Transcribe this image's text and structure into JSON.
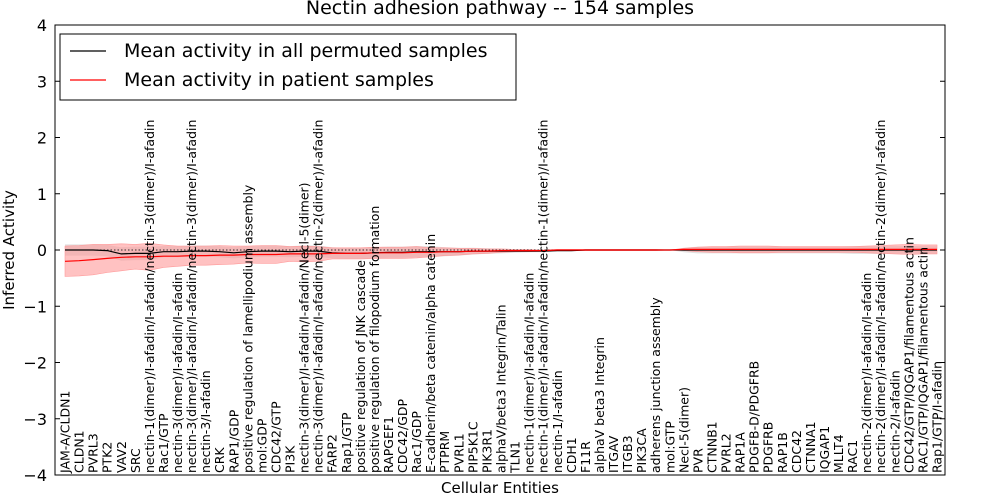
{
  "chart_data": {
    "type": "line",
    "title": "Nectin adhesion pathway -- 154 samples",
    "xlabel": "Cellular Entities",
    "ylabel": "Inferred Activity",
    "ylim": [
      -4,
      4
    ],
    "yticks": [
      "4",
      "3",
      "2",
      "1",
      "0",
      "−1",
      "−2",
      "−3",
      "−4"
    ],
    "grid": false,
    "legend_position": "top-left",
    "categories": [
      "JAM-A/CLDN1",
      "CLDN1",
      "PVRL3",
      "PTK2",
      "VAV2",
      "SRC",
      "nectin-1(dimer)/I-afadin/I-afadin/nectin-3(dimer)/I-afadin",
      "Rac1/GTP",
      "nectin-3(dimer)/I-afadin/I-afadin",
      "nectin-3(dimer)/I-afadin/I-afadin/nectin-3(dimer)/I-afadin",
      "nectin-3/I-afadin",
      "CRK",
      "RAP1/GDP",
      "positive regulation of lamellipodium assembly",
      "mol:GDP",
      "CDC42/GTP",
      "PI3K",
      "nectin-3(dimer)/I-afadin/I-afadin/Necl-5(dimer)",
      "nectin-3(dimer)/I-afadin/I-afadin/nectin-2(dimer)/I-afadin",
      "FARP2",
      "Rap1/GTP",
      "positive regulation of JNK cascade",
      "positive regulation of filopodium formation",
      "RAPGEF1",
      "CDC42/GDP",
      "Rac1/GDP",
      "E-cadherin/beta catenin/alpha catenin",
      "PTPRM",
      "PVRL1",
      "PIP5K1C",
      "PIK3R1",
      "alphaV/beta3 Integrin/Talin",
      "TLN1",
      "nectin-1(dimer)/I-afadin/I-afadin",
      "nectin-1(dimer)/I-afadin/I-afadin/nectin-1(dimer)/I-afadin",
      "nectin-1/I-afadin",
      "CDH1",
      "F11R",
      "alphaV beta3 Integrin",
      "ITGAV",
      "ITGB3",
      "PIK3CA",
      "adherens junction assembly",
      "mol:GTP",
      "Necl-5(dimer)",
      "PVR",
      "CTNNB1",
      "PVRL2",
      "RAP1A",
      "PDGFB-D/PDGFRB",
      "PDGFRB",
      "RAP1B",
      "CDC42",
      "CTNNA1",
      "IQGAP1",
      "MLLT4",
      "RAC1",
      "nectin-2(dimer)/I-afadin/I-afadin",
      "nectin-2(dimer)/I-afadin/I-afadin/nectin-2(dimer)/I-afadin",
      "nectin-2/I-afadin",
      "CDC42/GTP/IQGAP1/filamentous actin",
      "RAC1/GTP/IQGAP1/filamentous actin",
      "Rap1/GTP/I-afadin"
    ],
    "series": [
      {
        "name": "Mean activity in all permuted samples",
        "color": "#000000",
        "band_color": "#c8c8c8",
        "values": [
          0.0,
          0.0,
          0.0,
          -0.01,
          -0.07,
          -0.06,
          -0.06,
          -0.03,
          -0.03,
          -0.02,
          -0.02,
          -0.03,
          -0.05,
          -0.03,
          -0.02,
          -0.02,
          -0.03,
          -0.02,
          -0.02,
          -0.05,
          -0.06,
          -0.06,
          -0.05,
          -0.04,
          -0.04,
          -0.03,
          -0.03,
          -0.03,
          -0.03,
          -0.02,
          -0.02,
          -0.02,
          -0.02,
          -0.02,
          -0.02,
          -0.01,
          -0.01,
          0.0,
          0.0,
          0.0,
          0.0,
          0.0,
          0.0,
          0.0,
          0.0,
          0.0,
          0.0,
          0.0,
          0.0,
          0.0,
          0.0,
          0.0,
          0.0,
          0.0,
          0.0,
          0.0,
          0.0,
          0.0,
          0.0,
          0.0,
          0.0,
          0.0,
          0.0
        ],
        "band": [
          0.1,
          0.1,
          0.1,
          0.1,
          0.12,
          0.12,
          0.12,
          0.1,
          0.1,
          0.1,
          0.1,
          0.1,
          0.1,
          0.1,
          0.1,
          0.1,
          0.1,
          0.1,
          0.1,
          0.1,
          0.1,
          0.1,
          0.1,
          0.1,
          0.1,
          0.1,
          0.1,
          0.08,
          0.07,
          0.06,
          0.05,
          0.04,
          0.03,
          0.02,
          0.02,
          0.01,
          0.01,
          0.01,
          0.01,
          0.01,
          0.01,
          0.01,
          0.01,
          0.0,
          0.04,
          0.06,
          0.06,
          0.06,
          0.06,
          0.06,
          0.06,
          0.06,
          0.06,
          0.06,
          0.06,
          0.06,
          0.07,
          0.07,
          0.07,
          0.07,
          0.07,
          0.07,
          0.07
        ]
      },
      {
        "name": "Mean activity in patient samples",
        "color": "#ff0000",
        "band_color": "#ff9a9a",
        "values": [
          -0.2,
          -0.19,
          -0.17,
          -0.15,
          -0.13,
          -0.12,
          -0.12,
          -0.11,
          -0.11,
          -0.1,
          -0.1,
          -0.09,
          -0.09,
          -0.08,
          -0.08,
          -0.08,
          -0.07,
          -0.07,
          -0.07,
          -0.06,
          -0.06,
          -0.06,
          -0.05,
          -0.05,
          -0.05,
          -0.04,
          -0.04,
          -0.03,
          -0.03,
          -0.02,
          -0.02,
          -0.01,
          -0.01,
          -0.01,
          -0.01,
          0.0,
          0.0,
          0.0,
          0.0,
          0.0,
          0.0,
          0.0,
          0.0,
          0.0,
          0.01,
          0.01,
          0.01,
          0.01,
          0.01,
          0.01,
          0.01,
          0.01,
          0.01,
          0.01,
          0.01,
          0.01,
          0.01,
          0.01,
          0.01,
          0.01,
          0.01,
          0.01,
          0.01
        ],
        "band": [
          0.27,
          0.27,
          0.27,
          0.25,
          0.24,
          0.22,
          0.24,
          0.2,
          0.18,
          0.17,
          0.17,
          0.17,
          0.16,
          0.15,
          0.16,
          0.16,
          0.13,
          0.14,
          0.13,
          0.1,
          0.1,
          0.1,
          0.1,
          0.1,
          0.1,
          0.1,
          0.08,
          0.07,
          0.06,
          0.05,
          0.04,
          0.03,
          0.02,
          0.02,
          0.01,
          0.01,
          0.01,
          0.01,
          0.01,
          0.01,
          0.01,
          0.01,
          0.01,
          0.0,
          0.02,
          0.04,
          0.05,
          0.05,
          0.06,
          0.06,
          0.06,
          0.05,
          0.05,
          0.05,
          0.05,
          0.05,
          0.05,
          0.06,
          0.07,
          0.08,
          0.09,
          0.08,
          0.08
        ]
      }
    ],
    "dotted_reference": [
      0.0,
      0.0,
      0.0,
      0.0,
      0.0,
      0.0,
      0.0,
      0.0,
      0.0,
      0.0,
      0.0,
      0.0,
      0.0,
      0.0,
      0.0,
      0.0,
      0.0,
      0.0,
      0.0,
      0.0,
      0.0,
      0.0,
      0.0,
      0.0,
      0.0,
      0.0,
      0.0,
      0.0,
      0.0,
      0.0,
      0.0,
      0.0,
      0.0,
      0.0,
      0.0,
      0.0,
      0.0,
      0.0,
      0.0,
      0.0,
      0.0,
      0.0,
      0.0,
      0.0,
      0.0,
      0.0,
      0.0,
      0.0,
      0.0,
      0.0,
      0.0,
      0.0,
      0.0,
      0.0,
      0.0,
      0.0,
      0.0,
      0.0,
      0.0,
      0.0,
      0.0,
      0.0,
      0.0
    ]
  }
}
